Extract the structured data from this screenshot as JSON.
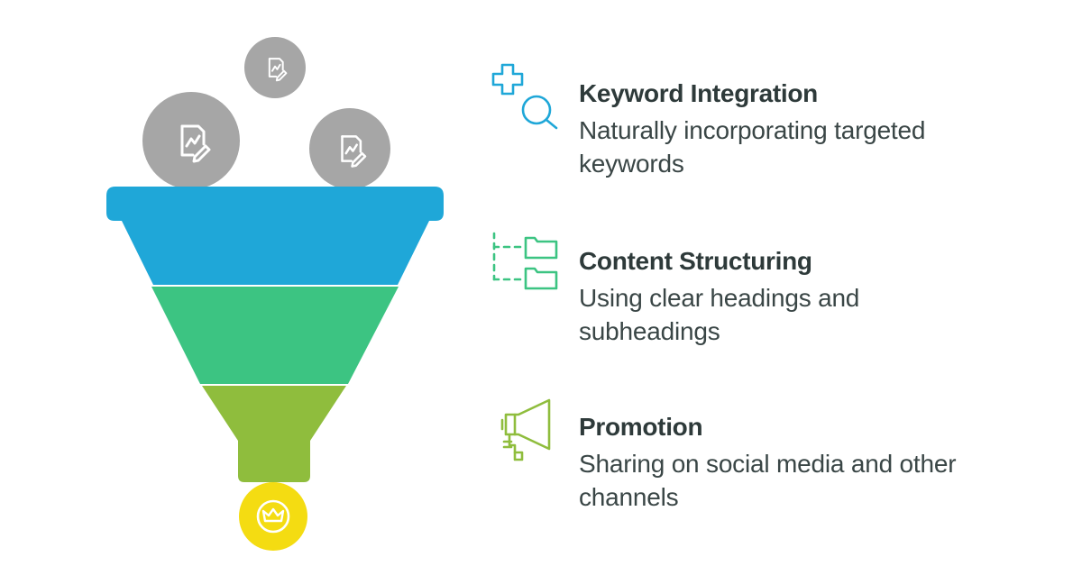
{
  "colors": {
    "funnel_top": "#1fa7d8",
    "funnel_middle": "#3cc482",
    "funnel_bottom": "#8fbd3d",
    "output_circle": "#f4dc12",
    "input_circles": "#a6a6a6",
    "text_dark": "#2e3a3a"
  },
  "icons": {
    "inputs": [
      "chart-document-icon",
      "chart-document-icon",
      "chart-document-icon"
    ],
    "output": "crown-icon"
  },
  "steps": [
    {
      "title": "Keyword Integration",
      "description": "Naturally incorporating targeted keywords",
      "icon": "keyword-search-icon",
      "color": "#1fa7d8"
    },
    {
      "title": "Content Structuring",
      "description": "Using clear headings and subheadings",
      "icon": "folder-structure-icon",
      "color": "#3cc482"
    },
    {
      "title": "Promotion",
      "description": "Sharing on social media and other channels",
      "icon": "megaphone-icon",
      "color": "#8fbd3d"
    }
  ]
}
